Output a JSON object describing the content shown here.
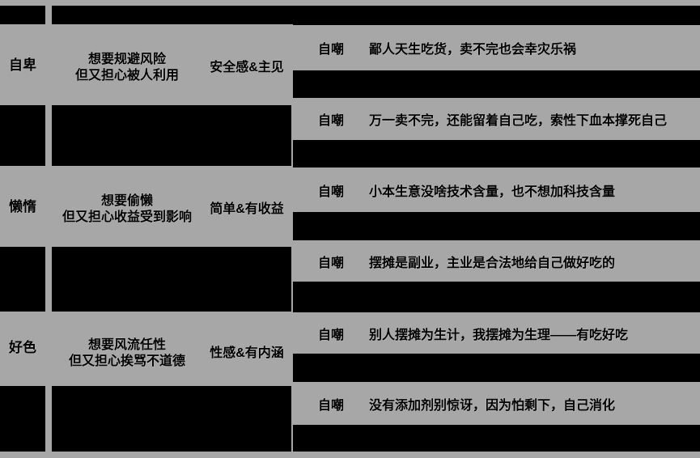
{
  "colors": {
    "canvas": "#a7a7a7",
    "block": "#000000",
    "text": "#000000"
  },
  "sections": [
    {
      "label": "自卑",
      "motivation_line1": "想要规避风险",
      "motivation_line2": "但又担心被人利用",
      "value": "安全感&主见",
      "rows": [
        {
          "tag": "自嘲",
          "quote": "鄙人天生吃货，卖不完也会幸灾乐祸"
        },
        {
          "tag": "自嘲",
          "quote": "万一卖不完，还能留着自己吃，索性下血本撑死自己"
        }
      ]
    },
    {
      "label": "懒惰",
      "motivation_line1": "想要偷懒",
      "motivation_line2": "但又担心收益受到影响",
      "value": "简单&有收益",
      "rows": [
        {
          "tag": "自嘲",
          "quote": "小本生意没啥技术含量，也不想加科技含量"
        },
        {
          "tag": "自嘲",
          "quote": "摆摊是副业，主业是合法地给自己做好吃的"
        }
      ]
    },
    {
      "label": "好色",
      "motivation_line1": "想要风流任性",
      "motivation_line2": "但又担心挨骂不道德",
      "value": "性感&有内涵",
      "rows": [
        {
          "tag": "自嘲",
          "quote": "别人摆摊为生计，我摆摊为生理——有吃好吃"
        },
        {
          "tag": "自嘲",
          "quote": "没有添加剂别惊讶，因为怕剩下，自己消化"
        }
      ]
    }
  ]
}
